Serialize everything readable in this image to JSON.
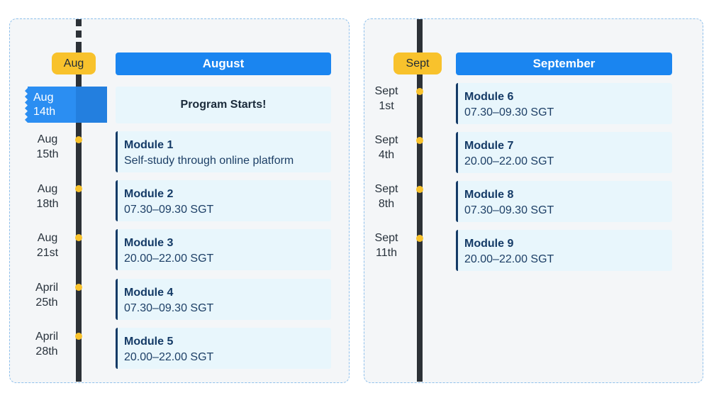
{
  "august": {
    "badge": "Aug",
    "header": "August",
    "program_start": {
      "date_month": "Aug",
      "date_day": "14th",
      "label": "Program Starts!"
    },
    "items": [
      {
        "date_month": "Aug",
        "date_day": "15th",
        "title": "Module 1",
        "sub": "Self-study through online platform"
      },
      {
        "date_month": "Aug",
        "date_day": "18th",
        "title": "Module 2",
        "sub": "07.30–09.30 SGT"
      },
      {
        "date_month": "Aug",
        "date_day": "21st",
        "title": "Module 3",
        "sub": "20.00–22.00 SGT"
      },
      {
        "date_month": "April",
        "date_day": "25th",
        "title": "Module 4",
        "sub": "07.30–09.30 SGT"
      },
      {
        "date_month": "April",
        "date_day": "28th",
        "title": "Module 5",
        "sub": "20.00–22.00 SGT"
      }
    ]
  },
  "september": {
    "badge": "Sept",
    "header": "September",
    "items": [
      {
        "date_month": "Sept",
        "date_day": "1st",
        "title": "Module 6",
        "sub": "07.30–09.30 SGT"
      },
      {
        "date_month": "Sept",
        "date_day": "4th",
        "title": "Module 7",
        "sub": "20.00–22.00 SGT"
      },
      {
        "date_month": "Sept",
        "date_day": "8th",
        "title": "Module 8",
        "sub": "07.30–09.30 SGT"
      },
      {
        "date_month": "Sept",
        "date_day": "11th",
        "title": "Module 9",
        "sub": "20.00–22.00 SGT"
      }
    ]
  },
  "colors": {
    "accent_blue": "#1a85f0",
    "badge_yellow": "#f8c22c",
    "card_bg": "#e8f6fc",
    "card_text": "#143a66",
    "timeline": "#2c3137"
  }
}
